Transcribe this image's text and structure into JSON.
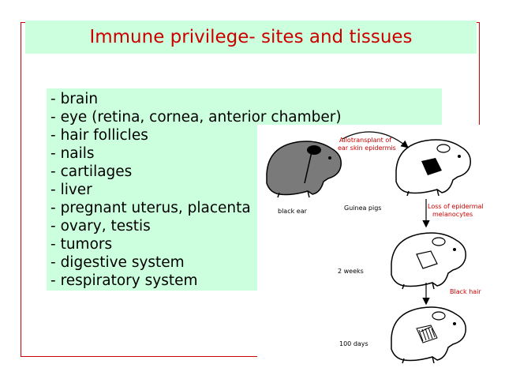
{
  "slide": {
    "title": "Immune privilege- sites and tissues",
    "bullets": [
      "brain",
      "eye (retina, cornea, anterior chamber)",
      "hair follicles",
      "nails",
      "cartilages",
      "liver",
      "pregnant uterus, placenta",
      "ovary, testis",
      "tumors",
      "digestive system",
      "respiratory system"
    ]
  },
  "figure": {
    "transplant_label_line1": "Allotransplant of",
    "transplant_label_line2": "ear skin epidermis",
    "black_ear_label": "black ear",
    "guinea_pigs_label": "Guinea pigs",
    "loss_label_line1": "Loss of epidermal",
    "loss_label_line2": "melanocytes",
    "two_weeks_label": "2 weeks",
    "black_hair_label": "Black hair",
    "hundred_days_label": "100 days"
  },
  "colors": {
    "accent_red": "#cc0000",
    "box_green": "#ccffdd",
    "pig_gray": "#7a7a7a"
  }
}
